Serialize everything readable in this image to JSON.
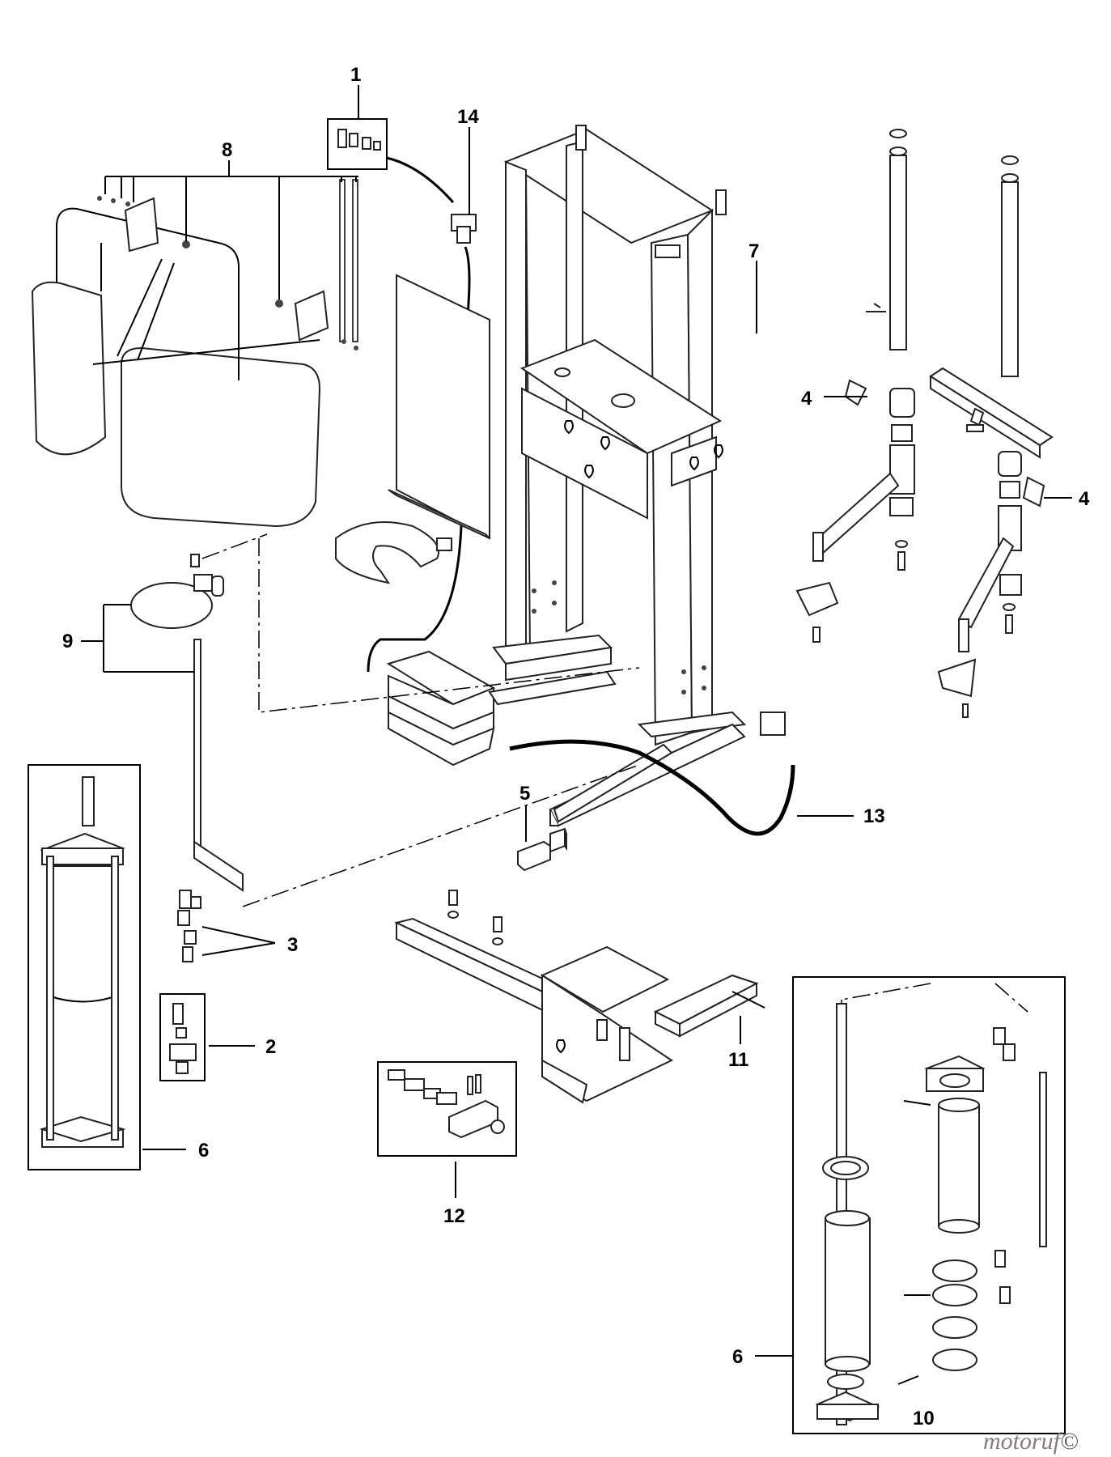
{
  "callouts": [
    {
      "label": "1"
    },
    {
      "label": "14"
    },
    {
      "label": "8"
    },
    {
      "label": "7"
    },
    {
      "label": "4"
    },
    {
      "label": "4"
    },
    {
      "label": "9"
    },
    {
      "label": "5"
    },
    {
      "label": "13"
    },
    {
      "label": "3"
    },
    {
      "label": "2"
    },
    {
      "label": "6"
    },
    {
      "label": "11"
    },
    {
      "label": "12"
    },
    {
      "label": "6"
    },
    {
      "label": "10"
    }
  ],
  "watermark": {
    "text": "motoruf",
    "mark": "©"
  }
}
